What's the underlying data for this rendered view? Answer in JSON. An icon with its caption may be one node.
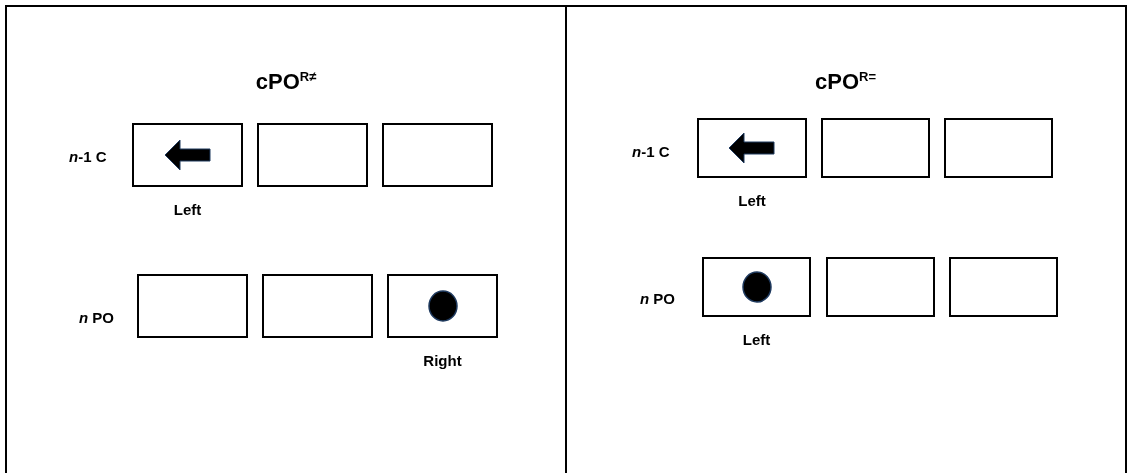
{
  "diagram": {
    "nodes": [
      {
        "text": [
          "cPO$^{R≠}$"
        ]
      },
      {
        "text": [],
        "shape": "box",
        "in": 0,
        "beside": [
          "Left"
        ]
      },
      {
        "text": [],
        "shape": "box",
        "in": 0
      },
      {
        "text": [],
        "shape": "box",
        "in": 0
      },
      {
        "text": [],
        "shape": "box",
        "in": 0
      },
      {
        "text": [],
        "shape": "box",
        "in": 0
      },
      {
        "text": [],
        "shape": "box",
        "in": 0,
        "beside": [
          "Right"
        ]
      },
      {
        "text": [
          "cPO$^{R=}$"
        ]
      },
      {
        "text": [],
        "shape": "box",
        "in": 7,
        "beside": [
          "Left"
        ]
      },
      {
        "text": [],
        "shape": "box",
        "in": 7
      },
      {
        "text": [],
        "shape": "box",
        "in": 7
      },
      {
        "text": [],
        "shape": "box",
        "in": 7,
        "beside": [
          "Left"
        ]
      },
      {
        "text": [],
        "shape": "box",
        "in": 7
      },
      {
        "text": [],
        "shape": "box",
        "in": 7
      }
    ],
    "edges": [],
    "labels": [
      "*n*-1 C",
      "*n* PO",
      "*n*-1 C",
      "*n* PO"
    ]
  }
}
